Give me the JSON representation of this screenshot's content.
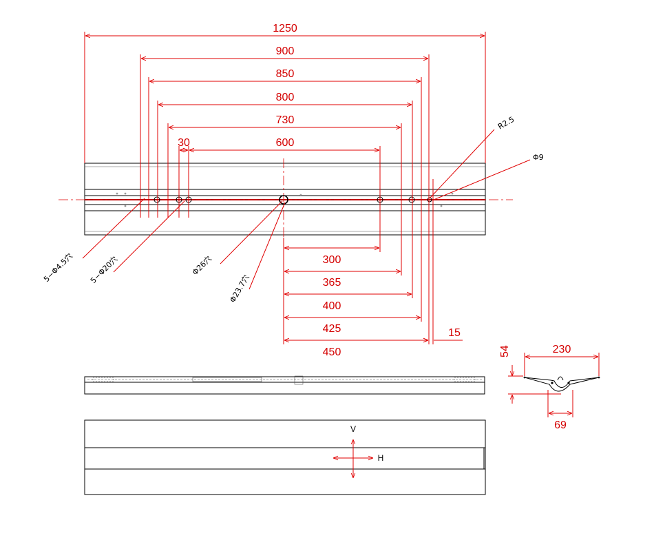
{
  "colors": {
    "dimension": "#e00000",
    "outline": "#000000"
  },
  "top_dimensions": [
    "1250",
    "900",
    "850",
    "800",
    "730",
    "600"
  ],
  "small_dim_30": "30",
  "bottom_dimensions": [
    "300",
    "365",
    "400",
    "425",
    "450"
  ],
  "small_dim_15": "15",
  "notes": {
    "r": "R2.5",
    "phi9": "Φ9",
    "hole_a": "5−Φ4.5穴",
    "hole_b": "5−Φ20穴",
    "hole_c": "Φ26穴",
    "hole_d": "Φ23.7穴"
  },
  "section_dims": {
    "width": "230",
    "height": "54",
    "bottom": "69"
  },
  "axis_labels": {
    "v": "V",
    "h": "H"
  }
}
